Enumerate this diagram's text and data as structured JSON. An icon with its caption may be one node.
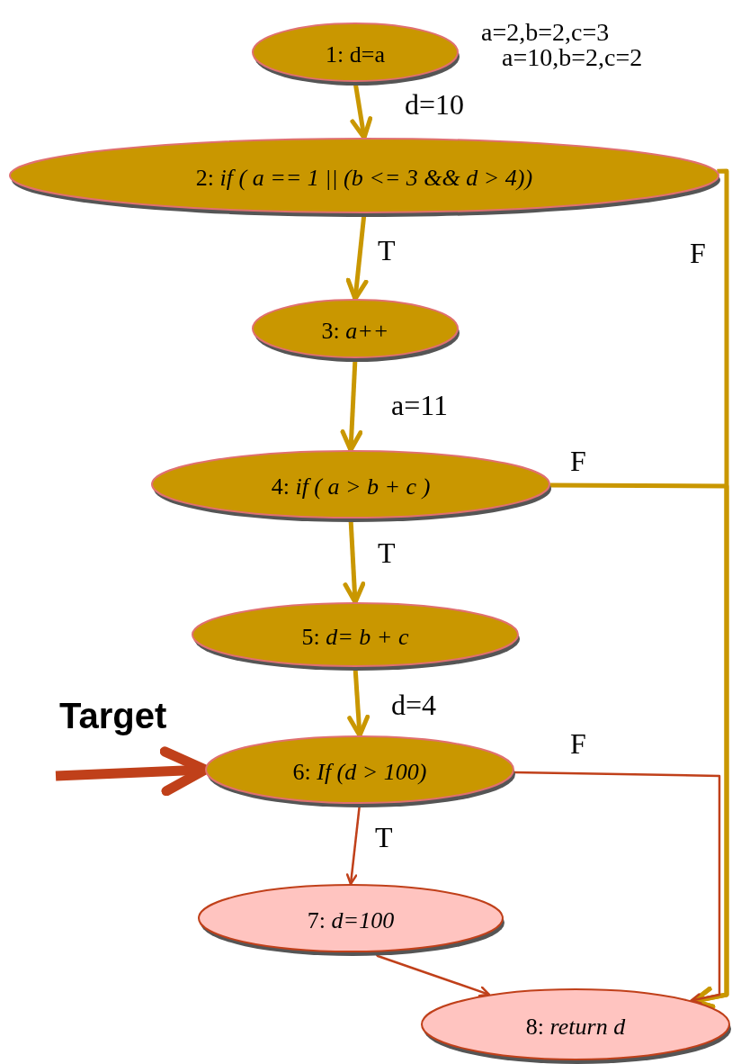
{
  "diagram": {
    "nodes": [
      {
        "text": [
          "1: d=a"
        ]
      },
      {
        "text": [
          "2: *if ( a == 1 || (b <= 3 && d > 4))*"
        ]
      },
      {
        "text": [
          "3: *a++*"
        ]
      },
      {
        "text": [
          "4: *if ( a > b + c )*"
        ]
      },
      {
        "text": [
          "5: *d= b + c*"
        ]
      },
      {
        "text": [
          "6: *If (d > 100)*"
        ]
      },
      {
        "text": [
          "7: *d=100*"
        ]
      },
      {
        "text": [
          "8: *return d*"
        ]
      }
    ],
    "edges": [
      {
        "from": 0,
        "to": 1,
        "arrow": "to",
        "label": "d=10"
      },
      {
        "from": 1,
        "to": 2,
        "arrow": "to",
        "label": "T"
      },
      {
        "from": 1,
        "to": 7,
        "arrow": "to",
        "label": "F"
      },
      {
        "from": 2,
        "to": 3,
        "arrow": "to",
        "label": "a=11"
      },
      {
        "from": 3,
        "to": 4,
        "arrow": "to",
        "label": "T"
      },
      {
        "from": 3,
        "to": 7,
        "arrow": "to",
        "label": "F"
      },
      {
        "from": 4,
        "to": 5,
        "arrow": "to",
        "label": "d=4"
      },
      {
        "from": 5,
        "to": 6,
        "arrow": "to",
        "label": "T",
        "color": "#c0401a"
      },
      {
        "from": 5,
        "to": 7,
        "arrow": "to",
        "label": "F",
        "color": "#c0401a"
      },
      {
        "from": 6,
        "to": 7,
        "arrow": "to",
        "color": "#c0401a"
      },
      {
        "from": null,
        "to": 5,
        "arrow": "to",
        "style": "thick",
        "color": "#c0401a"
      }
    ],
    "labels": [
      "a=2,b=2,c=3",
      "a=10,b=2,c=2",
      "Target"
    ]
  }
}
